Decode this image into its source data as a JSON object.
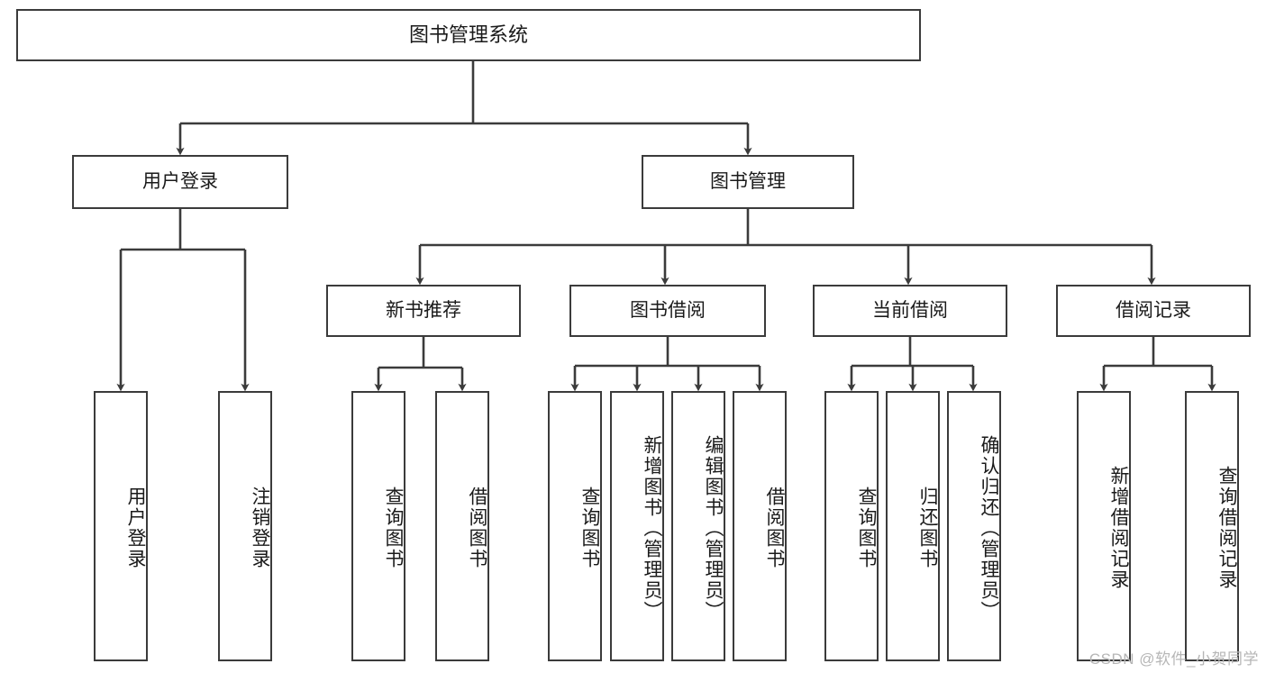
{
  "diagram": {
    "title": "图书管理系统",
    "type": "function-structure-tree",
    "stroke_color": "#3b3b3b",
    "fill_color": "#ffffff",
    "text_color": "#1a1a1a",
    "watermark": "CSDN @软件_小贺同学"
  },
  "nodes": {
    "root": {
      "label": "图书管理系统"
    },
    "level1": [
      {
        "id": "user-login",
        "label": "用户登录"
      },
      {
        "id": "book-manage",
        "label": "图书管理"
      }
    ],
    "level2": [
      {
        "id": "new-book-recommend",
        "label": "新书推荐"
      },
      {
        "id": "book-borrow",
        "label": "图书借阅"
      },
      {
        "id": "current-borrow",
        "label": "当前借阅"
      },
      {
        "id": "borrow-record",
        "label": "借阅记录"
      }
    ],
    "leaves": [
      {
        "id": "leaf-user-login",
        "label": "用户登录",
        "parent": "user-login"
      },
      {
        "id": "leaf-logout",
        "label": "注销登录",
        "parent": "user-login"
      },
      {
        "id": "leaf-query-book-1",
        "label": "查询图书",
        "parent": "new-book-recommend"
      },
      {
        "id": "leaf-borrow-book-1",
        "label": "借阅图书",
        "parent": "new-book-recommend"
      },
      {
        "id": "leaf-query-book-2",
        "label": "查询图书",
        "parent": "book-borrow"
      },
      {
        "id": "leaf-add-book",
        "label": "新增图书（管理员）",
        "parent": "book-borrow"
      },
      {
        "id": "leaf-edit-book",
        "label": "编辑图书（管理员）",
        "parent": "book-borrow"
      },
      {
        "id": "leaf-borrow-book-2",
        "label": "借阅图书",
        "parent": "book-borrow"
      },
      {
        "id": "leaf-query-book-3",
        "label": "查询图书",
        "parent": "current-borrow"
      },
      {
        "id": "leaf-return-book",
        "label": "归还图书",
        "parent": "current-borrow"
      },
      {
        "id": "leaf-confirm-return",
        "label": "确认归还（管理员）",
        "parent": "current-borrow"
      },
      {
        "id": "leaf-add-record",
        "label": "新增借阅记录",
        "parent": "borrow-record"
      },
      {
        "id": "leaf-query-record",
        "label": "查询借阅记录",
        "parent": "borrow-record"
      }
    ]
  }
}
